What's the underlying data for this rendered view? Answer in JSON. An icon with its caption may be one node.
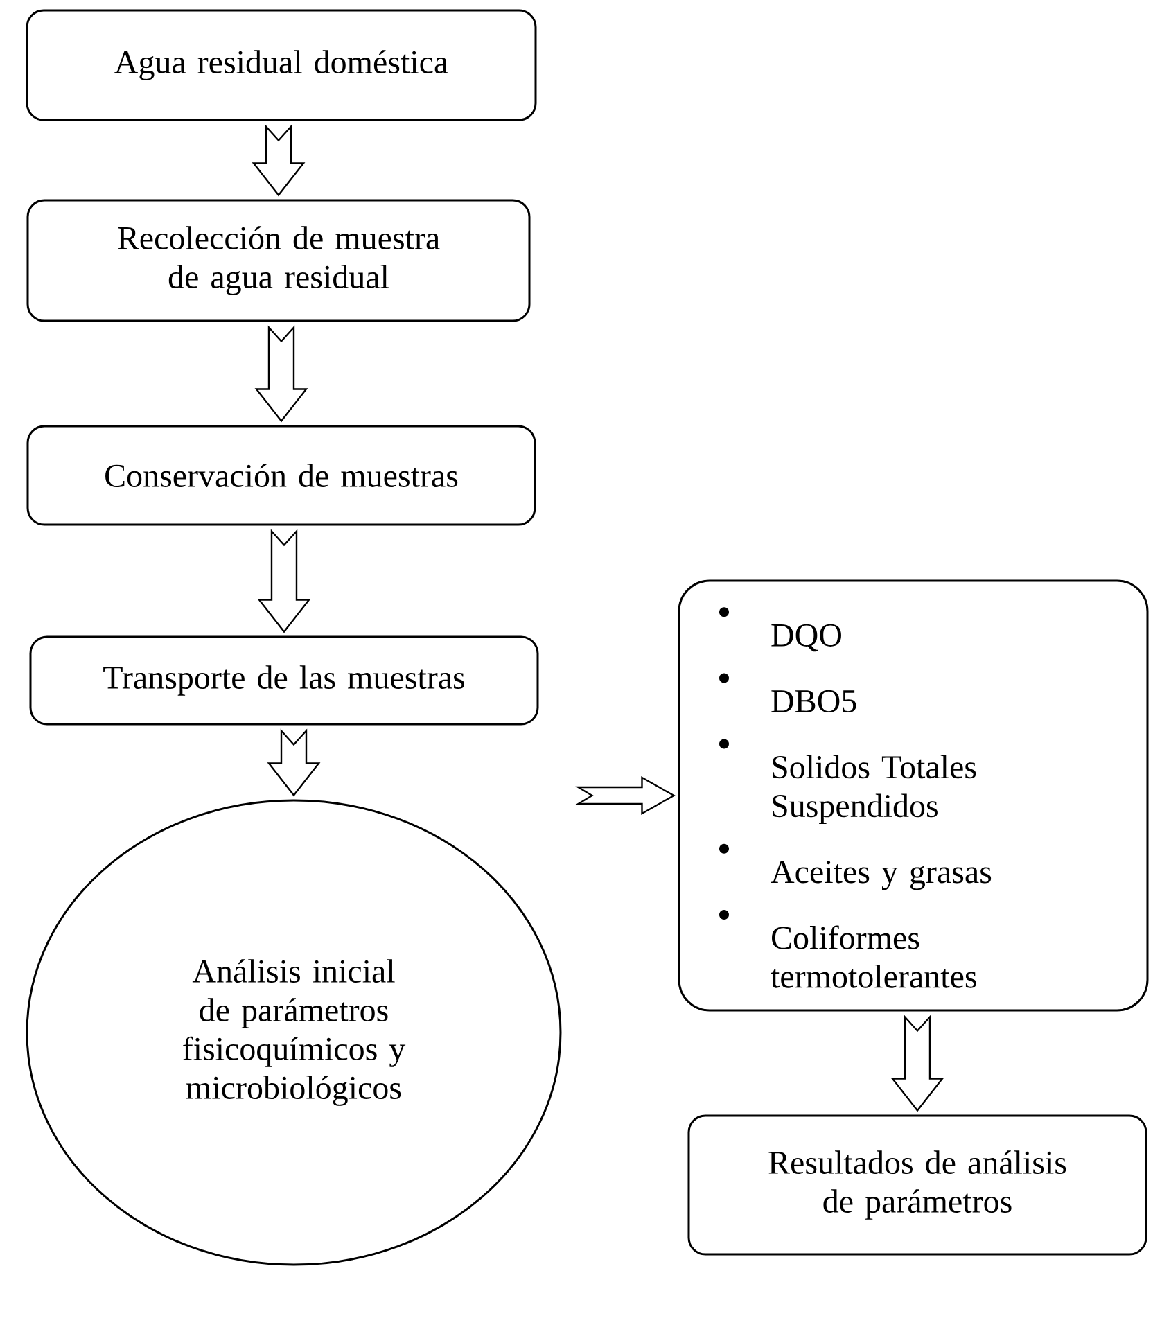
{
  "diagram": {
    "nodes": [
      {
        "text": [
          "Agua residual doméstica"
        ]
      },
      {
        "text": [
          "Recolección de muestra de agua residual"
        ]
      },
      {
        "text": [
          "Conservación de muestras"
        ]
      },
      {
        "text": [
          "Transporte de las muestras"
        ]
      },
      {
        "text": [
          "Análisis inicial de parámetros fisicoquímicos y microbiológicos"
        ]
      },
      {
        "text": [
          "DQO",
          "DBO5",
          "Solidos Totales Suspendidos",
          "Aceites y grasas",
          "Coliformes termotolerantes"
        ]
      },
      {
        "text": [
          "Resultados de análisis de parámetros"
        ]
      }
    ],
    "edges": [
      {
        "from": 0,
        "to": 1,
        "arrow": "to"
      },
      {
        "from": 1,
        "to": 2,
        "arrow": "to"
      },
      {
        "from": 2,
        "to": 3,
        "arrow": "to"
      },
      {
        "from": 3,
        "to": 4,
        "arrow": "to"
      },
      {
        "from": 4,
        "to": 5,
        "arrow": "to"
      },
      {
        "from": 5,
        "to": 6,
        "arrow": "to"
      }
    ]
  }
}
